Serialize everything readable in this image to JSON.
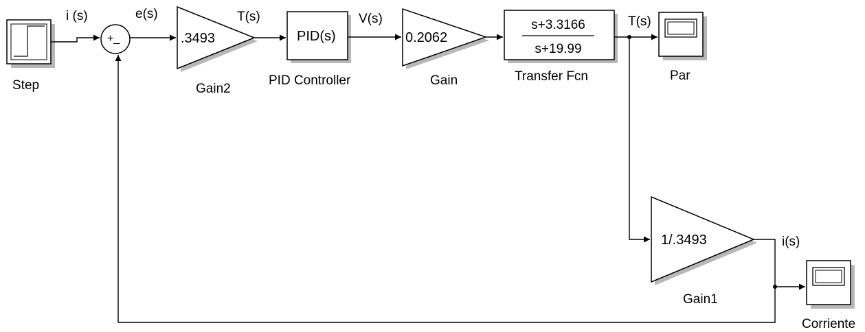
{
  "blocks": {
    "step": {
      "name": "Step"
    },
    "sum": {
      "signs": "+_"
    },
    "gain2": {
      "value": ".3493",
      "name": "Gain2"
    },
    "pid": {
      "value": "PID(s)",
      "name": "PID Controller"
    },
    "gain": {
      "value": "0.2062",
      "name": "Gain"
    },
    "tf": {
      "numerator": "s+3.3166",
      "denominator": "s+19.99",
      "name": "Transfer Fcn"
    },
    "par": {
      "name": "Par"
    },
    "gain1": {
      "value": "1/.3493",
      "name": "Gain1"
    },
    "corriente": {
      "name": "Corriente"
    }
  },
  "signals": {
    "input": "i (s)",
    "error": "e(s)",
    "torque1": "T(s)",
    "voltage": "V(s)",
    "torque2": "T(s)",
    "current": "i(s)"
  },
  "colors": {
    "line": "#000000",
    "block_fill": "#ffffff",
    "shadow": "#b8b8b8"
  }
}
